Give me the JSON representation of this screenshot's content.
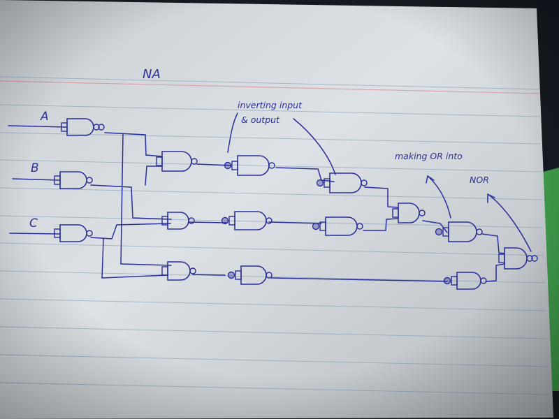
{
  "title": "NA",
  "inputs": {
    "a": "A",
    "b": "B",
    "c": "C"
  },
  "annotations": {
    "inverting_line1": "inverting input",
    "inverting_line2": "& output",
    "making_line1": "making OR into",
    "making_line2": "NOR"
  },
  "colors": {
    "ink": "#2c2f9a",
    "paper": "#d9dee2",
    "paper_shadow": "#b7bcc2",
    "ruled_line": "#7f96b3",
    "margin_line": "#d98a94",
    "background": "#151a22",
    "green_edge": "#3f9a4a"
  }
}
